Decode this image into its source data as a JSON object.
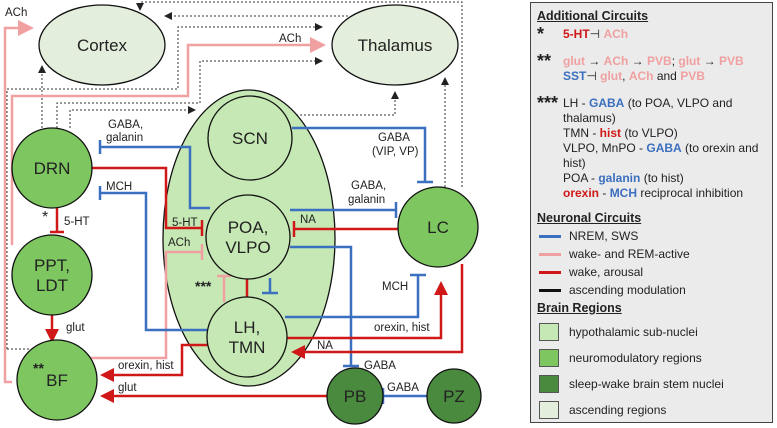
{
  "colors": {
    "nrem": "#3b6fbf",
    "wake_rem": "#f0a0a0",
    "wake": "#d01818",
    "ascending": "#111111",
    "hypothalamic": "#c6e8b4",
    "neuromodulatory": "#7dc660",
    "brainstem": "#4a8a3e",
    "ascending_regions": "#e4eedc"
  },
  "nodes": {
    "cortex": "Cortex",
    "thalamus": "Thalamus",
    "scn": "SCN",
    "poa_1": "POA,",
    "poa_2": "VLPO",
    "lh_1": "LH,",
    "lh_2": "TMN",
    "drn": "DRN",
    "ppt_1": "PPT,",
    "ppt_2": "LDT",
    "bf": "BF",
    "lc": "LC",
    "pb": "PB",
    "pz": "PZ"
  },
  "labels": {
    "ach_cortex": "ACh",
    "ach_thal": "ACh",
    "gaba_galanin_drn_1": "GABA,",
    "gaba_galanin_drn_2": "galanin",
    "mch_drn": "MCH",
    "ht_drn_ppt": "5-HT",
    "star1": "*",
    "ht_poa": "5-HT",
    "ach_poa": "ACh",
    "star3": "***",
    "glut_ppt": "glut",
    "star2": "**",
    "gaba_vip_1": "GABA",
    "gaba_vip_2": "(VIP, VP)",
    "gaba_galanin_lc_1": "GABA,",
    "gaba_galanin_lc_2": "galanin",
    "na_poa": "NA",
    "mch_lc": "MCH",
    "orexin_hist_lc": "orexin, hist",
    "na_lh": "NA",
    "gaba_pb": "GABA",
    "orexin_hist_bf": "orexin, hist",
    "glut_pb": "glut",
    "gaba_pz": "GABA"
  },
  "legend": {
    "additional_title": "Additional Circuits",
    "a1": {
      "star": "*",
      "t1": "5-HT",
      "t2": "⊣",
      "t3": "ACh"
    },
    "a2": {
      "star": "**",
      "l1": [
        "glut",
        " → ",
        "ACh",
        " → ",
        "PVB",
        "; ",
        "glut",
        " → ",
        "PVB"
      ],
      "l2": [
        "SST",
        "⊣ ",
        "glut",
        ", ",
        "ACh",
        " and ",
        "PVB"
      ]
    },
    "a3": {
      "star": "***",
      "l1": [
        "LH - ",
        "GABA",
        " (to POA, VLPO and thalamus)"
      ],
      "l2": [
        "TMN - ",
        "hist",
        " (to VLPO)"
      ],
      "l3": [
        "VLPO, MnPO - ",
        "GABA",
        " (to orexin and hist)"
      ],
      "l4": [
        "POA - ",
        "galanin",
        " (to hist)"
      ],
      "l5": [
        "orexin",
        " - ",
        "MCH",
        " reciprocal inhibition"
      ]
    },
    "neuronal_title": "Neuronal Circuits",
    "neuronal": [
      "NREM, SWS",
      "wake- and REM-active",
      "wake, arousal",
      "ascending modulation"
    ],
    "regions_title": "Brain Regions",
    "regions": [
      "hypothalamic sub-nuclei",
      "neuromodulatory regions",
      "sleep-wake brain stem nuclei",
      "ascending regions"
    ]
  }
}
